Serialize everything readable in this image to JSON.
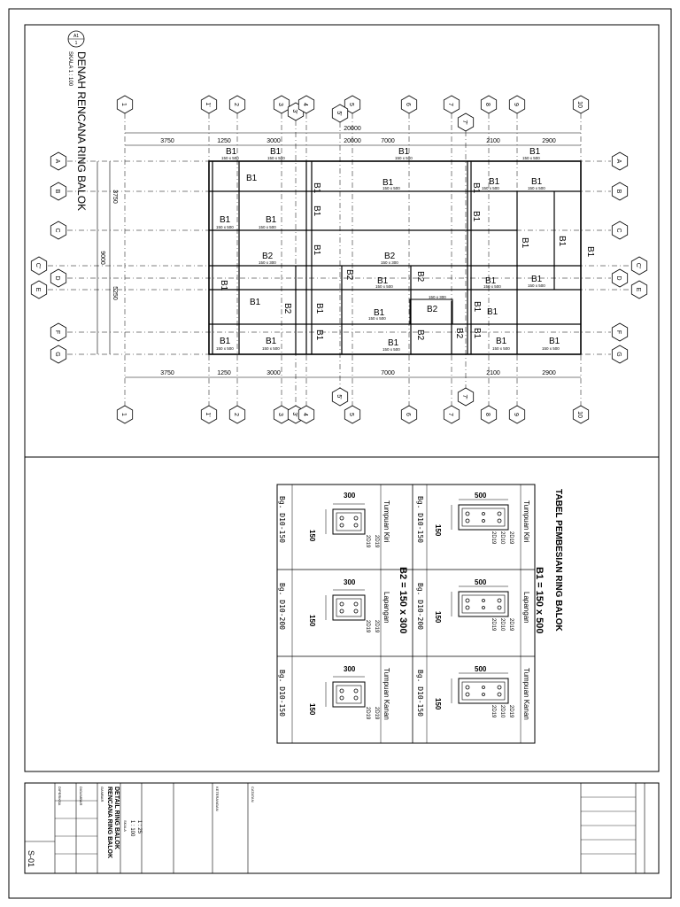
{
  "plan": {
    "title": "DENAH RENCANA RING BALOK",
    "scale": "SKALA 1 : 100",
    "sheet_ref_top": "A1",
    "sheet_ref_bottom": "1",
    "total_dim": "20000",
    "total_dim_right": "20000",
    "spans_top": [
      "3750",
      "1250",
      "3000",
      "7000",
      "2100",
      "2900"
    ],
    "spans_bottom": [
      "3750",
      "1250",
      "3000",
      "7000",
      "2100",
      "2900"
    ],
    "side_dims": [
      "3750",
      "9000",
      "5250"
    ],
    "grid_cols": [
      "1",
      "1'",
      "2",
      "3",
      "3'",
      "4",
      "5",
      "5'",
      "6",
      "7",
      "7'",
      "8",
      "9",
      "10"
    ],
    "grid_rows": [
      "A",
      "B",
      "C",
      "C'",
      "D",
      "E",
      "F",
      "G"
    ],
    "beams": {
      "b1": "B1",
      "b2": "B2",
      "b1_size": "150 x 500",
      "b2_size": "150 x 300"
    }
  },
  "table": {
    "title": "TABEL PEMBESIAN RING BALOK",
    "b1_header": "B1 = 150 x 500",
    "b2_header": "B2 = 150 x 300",
    "columns": [
      "Tumpuan Kiri",
      "Lapangan",
      "Tumpuan Kanan"
    ],
    "b1_stirrups": [
      "Bg. D10-150",
      "Bg. D10-200",
      "Bg. D10-150"
    ],
    "b2_stirrups": [
      "Bg. D10-150",
      "Bg. D10-200",
      "Bg. D10-150"
    ],
    "b1_height": "500",
    "b1_width": "150",
    "b2_height": "300",
    "b2_width": "150",
    "b1_bars_top": "2D19",
    "b1_bars_mid": "2D10",
    "b1_bars_bot": "2D19",
    "b2_bars_top": "2D19",
    "b2_bars_bot": "2D19"
  },
  "titleblock": {
    "drawing_label": "GAMBAR",
    "drawing_title_1": "RENCANA RING BALOK",
    "drawing_title_2": "DETAIL RING BALOK",
    "scale_label": "SKALA",
    "scale_1": "1 : 100",
    "scale_2": "1 : 25",
    "sheet_no": "S-01",
    "label_a": "DIGAMBAR",
    "label_b": "DIPERIKSA",
    "label_c": "KETERANGAN",
    "label_d": "CATATAN"
  }
}
